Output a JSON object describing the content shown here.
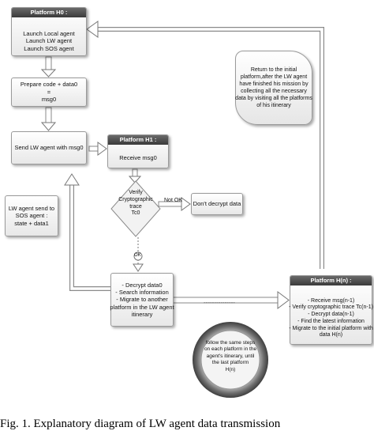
{
  "platform_h0": {
    "header": "Platform H0 :",
    "lines": [
      "Launch Local agent",
      "Launch LW agent",
      "Launch SOS agent"
    ]
  },
  "prepare": {
    "lines": [
      "Prepare code + data0",
      "=",
      "msg0"
    ]
  },
  "send": {
    "label": "Send LW agent with msg0"
  },
  "platform_h1": {
    "header": "Platform H1 :",
    "body": "Receive msg0"
  },
  "verify": {
    "lines": [
      "Verify",
      "Cryptographic",
      "trace",
      "Tc0"
    ]
  },
  "not_ok": {
    "label": "Not OK"
  },
  "dont_decrypt": {
    "label": "Don't decrypt data"
  },
  "ok": {
    "label": "OK"
  },
  "sos_send": {
    "lines": [
      "LW agent send to",
      "SOS agent :",
      "state + data1"
    ]
  },
  "process": {
    "lines": [
      "- Decrypt data0",
      "- Search information",
      "- Migrate to another",
      "platform in the LW agent",
      "itinerary"
    ]
  },
  "return_note": {
    "lines": [
      "Return to the initial",
      "platform,after the LW agent",
      "have finished his mission by",
      "collecting all the necessary",
      "data by visiting all the platforms",
      "of his itinerary"
    ]
  },
  "platform_hn": {
    "header": "Platform H(n) :",
    "lines": [
      "- Receive msg(n-1)",
      "- Verify cryptographic trace Tc(n-1)",
      "- Decrypt data(n-1)",
      "- Find the latest information",
      "- Migrate to the initial platform with",
      "data H(n)"
    ]
  },
  "dots": {
    "label": "---------------"
  },
  "follow": {
    "lines": [
      "follow the same steps",
      "on each platform in the",
      "agent's itinerary, until",
      "the last platform",
      "H(n)"
    ]
  },
  "caption": {
    "text": "Fig. 1. Explanatory diagram of LW agent data transmission"
  }
}
